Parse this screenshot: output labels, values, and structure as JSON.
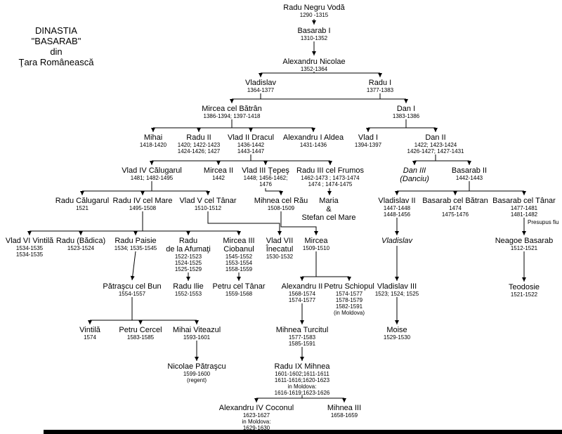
{
  "title": {
    "lines": [
      "DINASTIA",
      "\"BASARAB\"",
      "din",
      "Ţara Românească"
    ]
  },
  "labels": {
    "presupus_fiu": "Presupus fiu"
  },
  "colors": {
    "line": "#000000",
    "background": "#ffffff",
    "text": "#000000"
  },
  "persons": {
    "radu_negru": {
      "name": "Radu Negru Vodă",
      "dates": [
        "1290 -1315"
      ]
    },
    "basarab1": {
      "name": "Basarab I",
      "dates": [
        "1310-1352"
      ]
    },
    "alexandru_nicolae": {
      "name": "Alexandru Nicolae",
      "dates": [
        "1352-1364"
      ]
    },
    "vladislav": {
      "name": "Vladislav",
      "dates": [
        "1364-1377"
      ]
    },
    "radu1": {
      "name": "Radu I",
      "dates": [
        "1377-1383"
      ]
    },
    "mircea_batran": {
      "name": "Mircea cel Bătrân",
      "dates": [
        "1386-1394; 1397-1418"
      ]
    },
    "dan1": {
      "name": "Dan I",
      "dates": [
        "1383-1386"
      ]
    },
    "mihai": {
      "name": "Mihai",
      "dates": [
        "1418-1420"
      ]
    },
    "radu2": {
      "name": "Radu II",
      "dates": [
        "1420; 1422-1423",
        "1424-1426; 1427"
      ]
    },
    "vlad2_dracul": {
      "name": "Vlad II Dracul",
      "dates": [
        "1436-1442",
        "1443-1447"
      ]
    },
    "aldea": {
      "name": "Alexandru I Aldea",
      "dates": [
        "1431-1436"
      ]
    },
    "vlad1": {
      "name": "Vlad I",
      "dates": [
        "1394-1397"
      ]
    },
    "dan2": {
      "name": "Dan II",
      "dates": [
        "1422; 1423-1424",
        "1426-1427; 1427-1431"
      ]
    },
    "vlad4_calugarul": {
      "name": "Vlad IV Călugarul",
      "dates": [
        "1481; 1482-1495"
      ]
    },
    "mircea2": {
      "name": "Mircea II",
      "dates": [
        "1442"
      ]
    },
    "vlad3_tepes": {
      "name": "Vlad III Ţepeş",
      "dates": [
        "1448; 1456-1462;",
        "1476"
      ]
    },
    "radu3_frumos": {
      "name": "Radu III cel Frumos",
      "dates": [
        "1462-1473 ; 1473-1474",
        "1474 ; 1474-1475"
      ]
    },
    "dan3": {
      "name": [
        "Dan III",
        "(Danciu)"
      ],
      "dates": []
    },
    "basarab2": {
      "name": "Basarab II",
      "dates": [
        "1442-1443"
      ]
    },
    "radu_calugarul": {
      "name": "Radu Călugarul",
      "dates": [
        "1521"
      ]
    },
    "radu4_mare": {
      "name": "Radu IV cel Mare",
      "dates": [
        "1495-1508"
      ]
    },
    "vlad5_tanar": {
      "name": "Vlad V cel Tânar",
      "dates": [
        "1510-1512"
      ]
    },
    "mihnea_rau": {
      "name": "Mihnea cel Rău",
      "dates": [
        "1508-1509"
      ]
    },
    "maria_stefan": {
      "name": [
        "Maria",
        "&",
        "Stefan cel Mare"
      ],
      "dates": []
    },
    "vladislav2": {
      "name": "Vladislav II",
      "dates": [
        "1447-1448",
        "1448-1456"
      ]
    },
    "basarab_batran": {
      "name": "Basarab cel Bătran",
      "dates": [
        "1474",
        "1475-1476"
      ]
    },
    "basarab_tanar": {
      "name": "Basarab cel Tânar",
      "dates": [
        "1477-1481",
        "1481-1482"
      ]
    },
    "neagoe": {
      "name": "Neagoe Basarab",
      "dates": [
        "1512-1521"
      ]
    },
    "teodosie": {
      "name": "Teodosie",
      "dates": [
        "1521-1522"
      ]
    },
    "vlad6_vintila": {
      "name": "Vlad VI Vintilă",
      "dates": [
        "1534-1535",
        "1534-1535"
      ]
    },
    "radu_badica": {
      "name": "Radu (Bădica)",
      "dates": [
        "1523-1524"
      ]
    },
    "radu_paisie": {
      "name": "Radu Paisie",
      "dates": [
        "1534; 1535-1545"
      ]
    },
    "radu_afumati": {
      "name": [
        "Radu",
        "de la Afumaţi"
      ],
      "dates": [
        "1522-1523",
        "1524-1525",
        "1525-1529"
      ]
    },
    "mircea3_ciobanul": {
      "name": [
        "Mircea III",
        "Ciobanul"
      ],
      "dates": [
        "1545-1552",
        "1553-1554",
        "1558-1559"
      ]
    },
    "vlad7_inecatul": {
      "name": [
        "Vlad VII",
        "Înecatul"
      ],
      "dates": [
        "1530-1532"
      ]
    },
    "mircea": {
      "name": "Mircea",
      "dates": [
        "1509-1510"
      ]
    },
    "vladislav_b": {
      "name": "Vladislav",
      "dates": []
    },
    "patrascu_bun": {
      "name": "Pătraşcu cel Bun",
      "dates": [
        "1554-1557"
      ]
    },
    "radu_ilie": {
      "name": "Radu Ilie",
      "dates": [
        "1552-1553"
      ]
    },
    "petru_tanar": {
      "name": "Petru cel Tânar",
      "dates": [
        "1559-1568"
      ]
    },
    "alexandru2": {
      "name": "Alexandru II",
      "dates": [
        "1568-1574",
        "1574-1577"
      ]
    },
    "petru_schiopul": {
      "name": "Petru Schiopul",
      "dates": [
        "1574-1577",
        "1578-1579",
        "1582-1591",
        "(in Moldova)"
      ]
    },
    "vladislav3": {
      "name": "Vladislav III",
      "dates": [
        "1523; 1524; 1525"
      ]
    },
    "vintila": {
      "name": "Vintilă",
      "dates": [
        "1574"
      ]
    },
    "petru_cercel": {
      "name": "Petru Cercel",
      "dates": [
        "1583-1585"
      ]
    },
    "mihai_viteazul": {
      "name": "Mihai Viteazul",
      "dates": [
        "1593-1601"
      ]
    },
    "mihnea_turcitul": {
      "name": "Mihnea Turcitul",
      "dates": [
        "1577-1583",
        "1585-1591"
      ]
    },
    "moise": {
      "name": "Moise",
      "dates": [
        "1529-1530"
      ]
    },
    "nicolae_patrascu": {
      "name": "Nicolae Pătraşcu",
      "dates": [
        "1599-1600",
        "(regent)"
      ]
    },
    "radu9_mihnea": {
      "name": "Radu IX Mihnea",
      "dates": [
        "1601-1602;1611-1611",
        "1611-1616;1620-1623",
        "in Moldova:",
        "1616-1619;1623-1626"
      ]
    },
    "alexandru4_coconul": {
      "name": "Alexandru IV Coconul",
      "dates": [
        "1623-1627",
        "in Moldova:",
        "1629-1630"
      ]
    },
    "mihnea3": {
      "name": "Mihnea III",
      "dates": [
        "1658-1659"
      ]
    }
  }
}
